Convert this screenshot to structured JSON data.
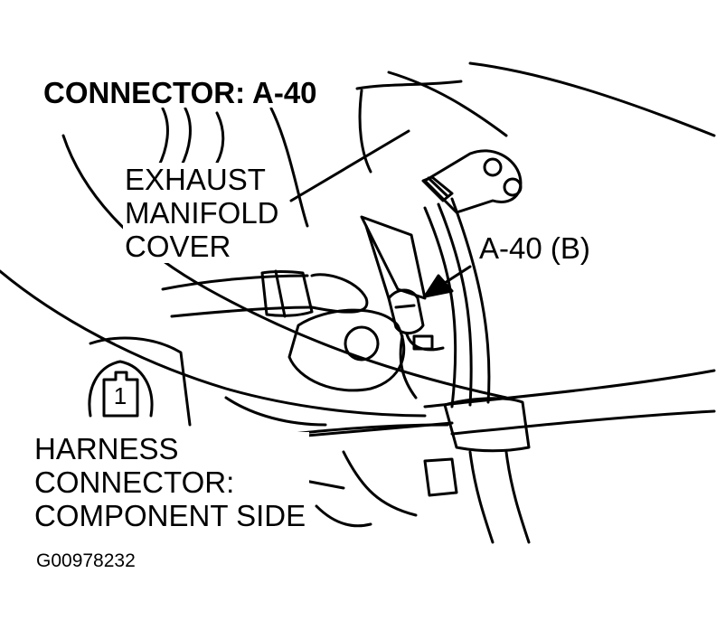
{
  "diagram": {
    "title": "CONNECTOR: A-40",
    "callouts": {
      "exhaust_manifold_cover": [
        "EXHAUST",
        "MANIFOLD",
        "COVER"
      ],
      "connector_location": "A-40 (B)",
      "harness_connector": [
        "HARNESS",
        "CONNECTOR:",
        "COMPONENT SIDE"
      ]
    },
    "connector_pin_number": "1",
    "figure_id": "G00978232"
  },
  "colors": {
    "line": "#000000",
    "background": "#ffffff"
  }
}
